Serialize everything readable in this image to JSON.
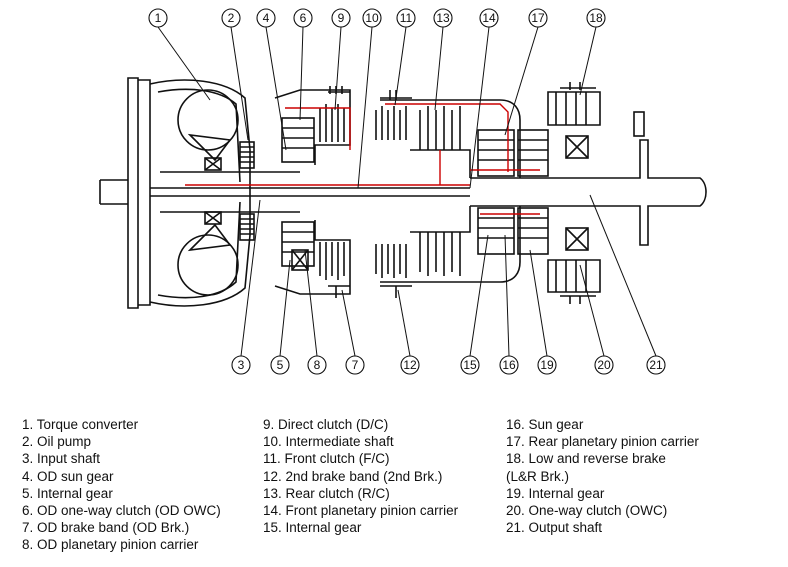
{
  "callouts": [
    "1",
    "2",
    "4",
    "6",
    "9",
    "10",
    "11",
    "13",
    "14",
    "17",
    "18",
    "3",
    "5",
    "8",
    "7",
    "12",
    "15",
    "16",
    "19",
    "20",
    "21"
  ],
  "legend": {
    "col1": [
      "1. Torque converter",
      "2. Oil pump",
      "3. Input shaft",
      "4. OD sun gear",
      "5. Internal gear",
      "6. OD one-way clutch (OD OWC)",
      "7. OD brake band (OD Brk.)",
      "8. OD planetary pinion carrier"
    ],
    "col2": [
      "9. Direct clutch (D/C)",
      "10. Intermediate shaft",
      "11. Front clutch (F/C)",
      "12. 2nd brake band (2nd Brk.)",
      "13. Rear clutch (R/C)",
      "14. Front planetary pinion carrier",
      "15. Internal gear"
    ],
    "col3": [
      "16. Sun gear",
      "17. Rear planetary pinion carrier",
      "18. Low and reverse brake",
      "(L&R Brk.)",
      "19. Internal gear",
      "20. One-way clutch (OWC)",
      "21. Output shaft"
    ]
  },
  "colors": {
    "line": "#111111",
    "power_flow": "#cc0000",
    "background": "#ffffff"
  }
}
